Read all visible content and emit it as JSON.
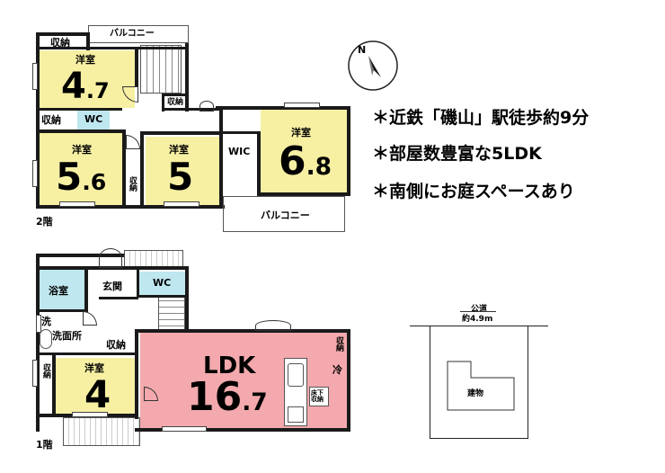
{
  "floor2": {
    "label": "2階",
    "balcony_top": "バルコニー",
    "balcony_right": "バルコニー",
    "storage_top": "収納",
    "room_47": {
      "label": "洋室",
      "size_main": "4",
      "size_sub": ".7"
    },
    "storage_mid": "収納",
    "storage_left": "収納",
    "wc": "WC",
    "room_56": {
      "label": "洋室",
      "size_main": "5",
      "size_sub": ".6"
    },
    "storage_closet": "収納",
    "room_5": {
      "label": "洋室",
      "size_main": "5"
    },
    "wic": "WIC",
    "room_68": {
      "label": "洋室",
      "size_main": "6",
      "size_sub": ".8"
    }
  },
  "floor1": {
    "label": "1階",
    "bath": "浴室",
    "entrance": "玄関",
    "wc": "WC",
    "wash_char": "洗",
    "washroom": "洗面所",
    "storage_center": "収納",
    "storage_left": "収納",
    "room_4": {
      "label": "洋室",
      "size_main": "4"
    },
    "ldk": {
      "label": "LDK",
      "size_main": "16",
      "size_sub": ".7"
    },
    "storage_right": "収納",
    "fridge": "冷",
    "underfloor": "床下\n収納"
  },
  "site": {
    "road": "公道",
    "road_width": "約4.9m",
    "building": "建物"
  },
  "notes": [
    "＊近鉄「磯山」駅徒歩約9分",
    "＊部屋数豊富な5LDK",
    "＊南側にお庭スペースあり"
  ],
  "compass": {
    "label": "N"
  }
}
